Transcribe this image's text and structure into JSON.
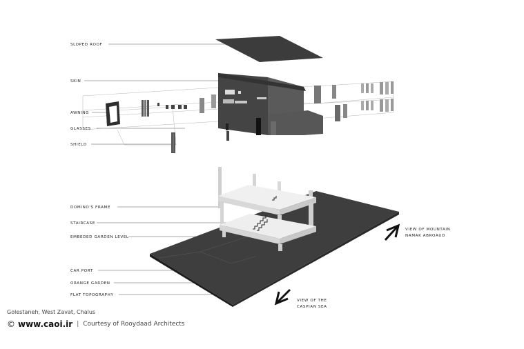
{
  "labels": {
    "sloped_roof": "SLOPED ROOF",
    "skin": "SKIN",
    "awning": "AWNING",
    "glasses": "GLASSES",
    "shield": "SHIELD",
    "dominos_frame": "DOMINO'S FRAME",
    "staircase": "STAIRCASE",
    "embeded_garden_level": "EMBEDED GARDEN LEVEL",
    "car_port": "CAR PORT",
    "orange_garden": "ORANGE GARDEN",
    "flat_topography": "FLAT TOPOGRAPHY"
  },
  "views": {
    "mountain_line1": "VIEW OF MOUNTAIN",
    "mountain_line2": "NAMAK ABROAUD",
    "sea_line1": "VIEW OF THE",
    "sea_line2": "CASPIAN SEA"
  },
  "caption": {
    "location": "Golestaneh, West Zavat, Chalus",
    "copyright_symbol": "©",
    "site": "www.caoi.ir",
    "separator": "|",
    "courtesy": "Courtesy of Rooydaad Architects"
  },
  "colors": {
    "dark_gray": "#3c3c3c",
    "frame_light": "#e6e6e6"
  }
}
